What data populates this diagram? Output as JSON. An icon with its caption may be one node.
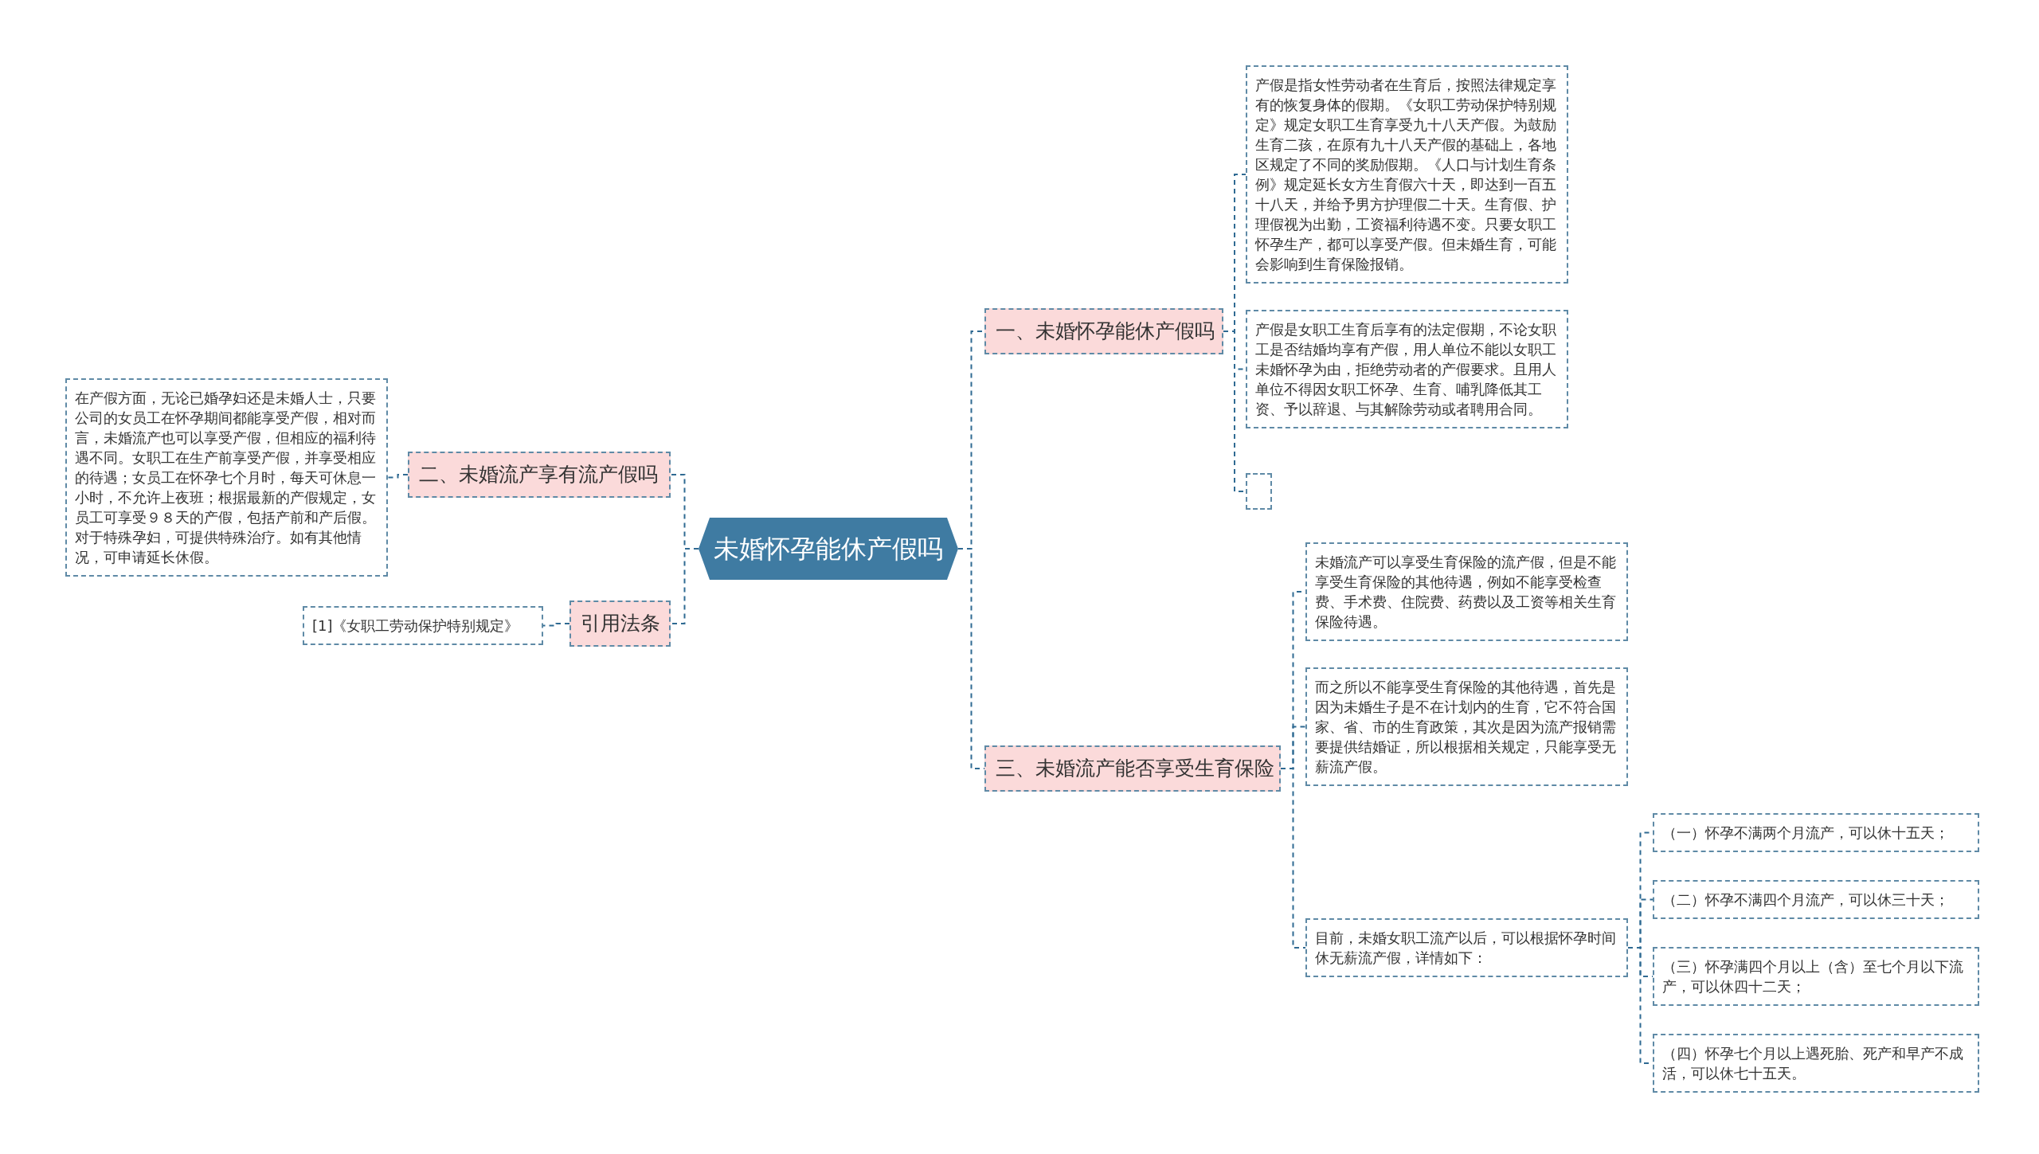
{
  "diagram": {
    "nodes": [
      {
        "text": [
          "未婚怀孕能休产假吗"
        ]
      },
      {
        "text": [
          "一、未婚怀孕能休产假吗"
        ]
      },
      {
        "text": [
          "产假是指女性劳动者在生育后，按照法律规定享有的恢复身体的假期。《女职工劳动保护特别规定》规定女职工生育享受九十八天产假。为鼓励生育二孩，在原有九十八天产假的基础上，各地区规定了不同的奖励假期。《人口与计划生育条例》规定延长女方生育假六十天，即达到一百五十八天，并给予男方护理假二十天。生育假、护理假视为出勤，工资福利待遇不变。只要女职工怀孕生产，都可以享受产假。但未婚生育，可能会影响到生育保险报销。"
        ]
      },
      {
        "text": [
          "产假是女职工生育后享有的法定假期，不论女职工是否结婚均享有产假，用人单位不能以女职工未婚怀孕为由，拒绝劳动者的产假要求。且用人单位不得因女职工怀孕、生育、哺乳降低其工资、予以辞退、与其解除劳动或者聘用合同。"
        ]
      },
      {
        "text": [],
        "shape": "box"
      },
      {
        "text": [
          "三、未婚流产能否享受生育保险"
        ]
      },
      {
        "text": [
          "未婚流产可以享受生育保险的流产假，但是不能享受生育保险的其他待遇，例如不能享受检查费、手术费、住院费、药费以及工资等相关生育保险待遇。"
        ]
      },
      {
        "text": [
          "而之所以不能享受生育保险的其他待遇，首先是因为未婚生子是不在计划内的生育，它不符合国家、省、市的生育政策，其次是因为流产报销需要提供结婚证，所以根据相关规定，只能享受无薪流产假。"
        ]
      },
      {
        "text": [
          "目前，未婚女职工流产以后，可以根据怀孕时间休无薪流产假，详情如下："
        ]
      },
      {
        "text": [
          "（一）怀孕不满两个月流产，可以休十五天；"
        ]
      },
      {
        "text": [
          "（二）怀孕不满四个月流产，可以休三十天；"
        ]
      },
      {
        "text": [
          "（三）怀孕满四个月以上（含）至七个月以下流产，可以休四十二天；"
        ]
      },
      {
        "text": [
          "（四）怀孕七个月以上遇死胎、死产和早产不成活，可以休七十五天。"
        ]
      },
      {
        "text": [
          "二、未婚流产享有流产假吗"
        ]
      },
      {
        "text": [
          "在产假方面，无论已婚孕妇还是未婚人士，只要公司的女员工在怀孕期间都能享受产假，相对而言，未婚流产也可以享受产假，但相应的福利待遇不同。女职工在生产前享受产假，并享受相应的待遇；女员工在怀孕七个月时，每天可休息一小时，不允许上夜班；根据最新的产假规定，女员工可享受９８天的产假，包括产前和产后假。对于特殊孕妇，可提供特殊治疗。如有其他情况，可申请延长休假。"
        ]
      },
      {
        "text": [
          "引用法条"
        ]
      },
      {
        "text": [
          "[1]《女职工劳动保护特别规定》"
        ]
      }
    ],
    "edges": [
      {
        "from": 0,
        "to": 1,
        "arrow": "none",
        "style": "dashed"
      },
      {
        "from": 1,
        "to": 2,
        "arrow": "none",
        "style": "dashed"
      },
      {
        "from": 1,
        "to": 3,
        "arrow": "none",
        "style": "dashed"
      },
      {
        "from": 1,
        "to": 4,
        "arrow": "none",
        "style": "dashed"
      },
      {
        "from": 0,
        "to": 5,
        "arrow": "none",
        "style": "dashed"
      },
      {
        "from": 5,
        "to": 6,
        "arrow": "none",
        "style": "dashed"
      },
      {
        "from": 5,
        "to": 7,
        "arrow": "none",
        "style": "dashed"
      },
      {
        "from": 5,
        "to": 8,
        "arrow": "none",
        "style": "dashed"
      },
      {
        "from": 8,
        "to": 9,
        "arrow": "none",
        "style": "dashed"
      },
      {
        "from": 8,
        "to": 10,
        "arrow": "none",
        "style": "dashed"
      },
      {
        "from": 8,
        "to": 11,
        "arrow": "none",
        "style": "dashed"
      },
      {
        "from": 8,
        "to": 12,
        "arrow": "none",
        "style": "dashed"
      },
      {
        "from": 0,
        "to": 13,
        "arrow": "none",
        "style": "dashed"
      },
      {
        "from": 13,
        "to": 14,
        "arrow": "none",
        "style": "dashed"
      },
      {
        "from": 0,
        "to": 15,
        "arrow": "none",
        "style": "dashed"
      },
      {
        "from": 15,
        "to": 16,
        "arrow": "none",
        "style": "dashed"
      }
    ]
  }
}
